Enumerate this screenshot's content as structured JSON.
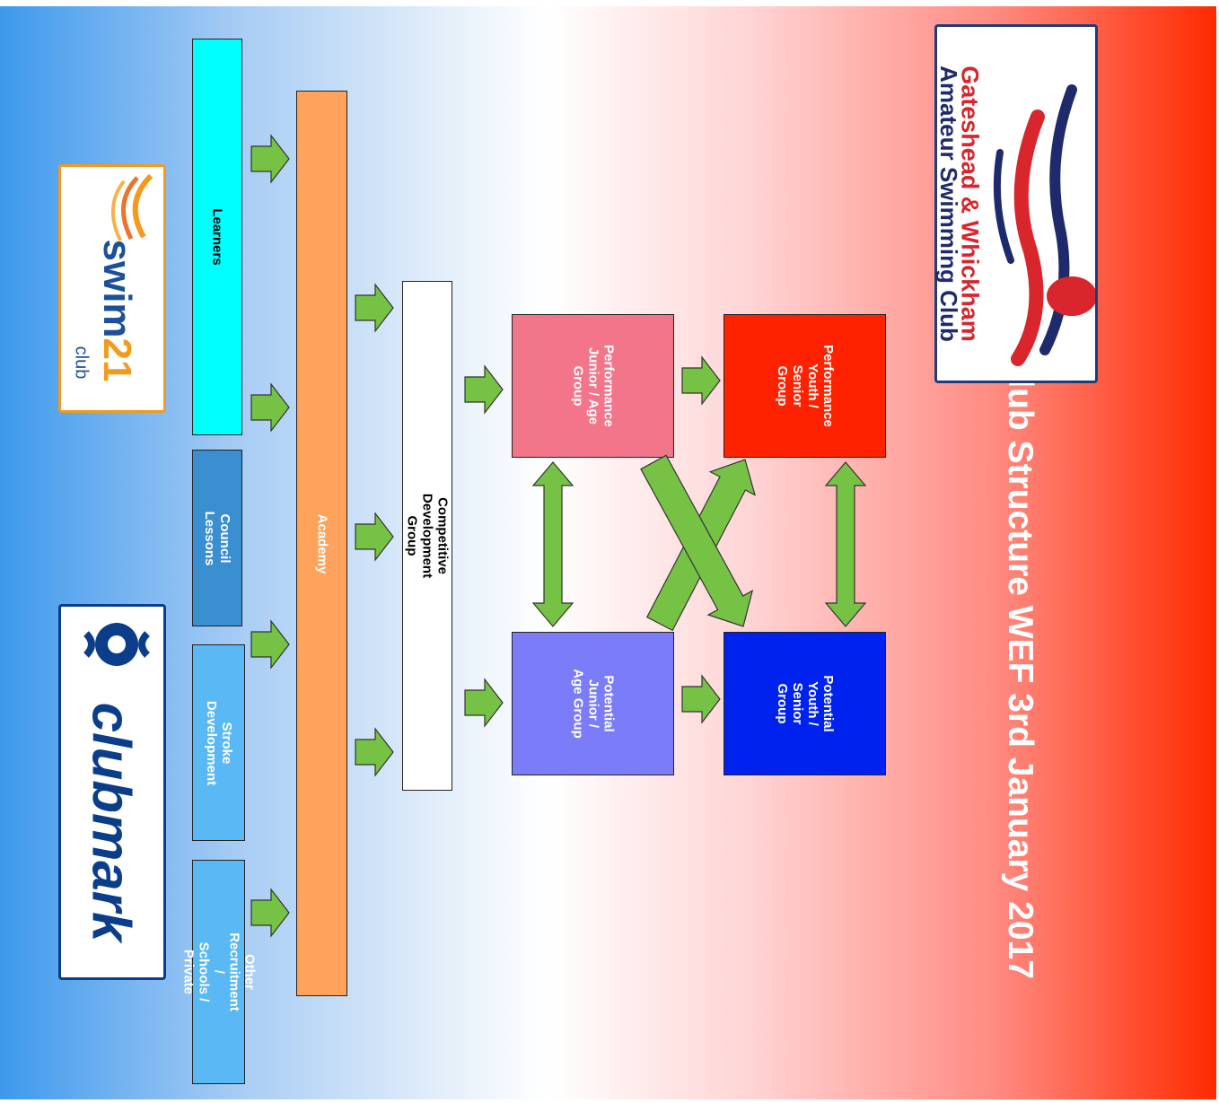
{
  "title": "Club Structure WEF 3rd January 2017",
  "logos": {
    "gateshead": {
      "line1": "Gateshead & Whickham",
      "line2": "Amateur Swimming Club"
    },
    "swim21": {
      "name_a": "swim",
      "name_b": "21",
      "sub": "club"
    },
    "clubmark": {
      "name": "clubmark"
    }
  },
  "entry_routes": [
    {
      "label": "Learners",
      "color": "#00ffff",
      "text_color": "#000000"
    },
    {
      "label": "Council Lessons",
      "color": "#3a8fd1",
      "text_color": "#ffffff"
    },
    {
      "label": "Stroke Development",
      "color": "#5ab8f5",
      "text_color": "#ffffff"
    },
    {
      "label": "Other Recruitment /\nSchools / Private",
      "color": "#5ab8f5",
      "text_color": "#ffffff"
    }
  ],
  "academy": {
    "label": "Academy",
    "color": "#ffa35c",
    "text_color": "#ffffff"
  },
  "cdg": {
    "label": "Competitive Development Group",
    "color": "#ffffff",
    "text_color": "#000000"
  },
  "groups": {
    "perf_junior": {
      "label": "Performance\nJunior / Age\nGroup",
      "color": "#f2758a",
      "text_color": "#ffffff"
    },
    "perf_youth": {
      "label": "Performance\nYouth / Senior\nGroup",
      "color": "#ff2200",
      "text_color": "#ffffff"
    },
    "pot_junior": {
      "label": "Potential Junior /\nAge Group",
      "color": "#7b7cf7",
      "text_color": "#ffffff"
    },
    "pot_youth": {
      "label": "Potential Youth /\nSenior Group",
      "color": "#0022ee",
      "text_color": "#ffffff"
    }
  },
  "arrow_color": "#76c244"
}
